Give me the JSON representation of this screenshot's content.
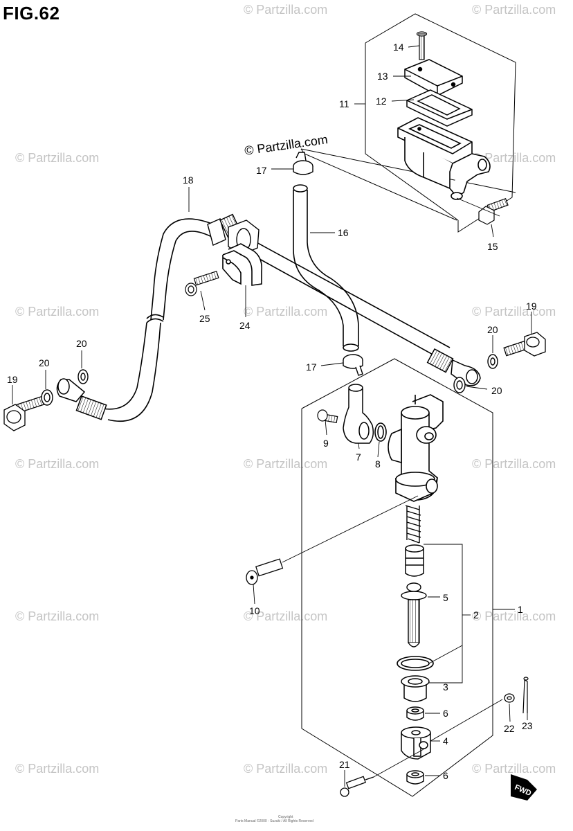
{
  "figure": {
    "title": "FIG.62"
  },
  "watermark": {
    "text": "© Partzilla.com"
  },
  "fwd_badge": {
    "text": "FWD"
  },
  "copyright": {
    "line1": "Copyright",
    "line2": "Parts Manual ©2000 - Suzuki / All Rights Reserved"
  },
  "callouts": {
    "c1": "1",
    "c2": "2",
    "c3": "3",
    "c4": "4",
    "c5": "5",
    "c6a": "6",
    "c6b": "6",
    "c7": "7",
    "c8": "8",
    "c9": "9",
    "c10": "10",
    "c11": "11",
    "c12": "12",
    "c13": "13",
    "c14": "14",
    "c15": "15",
    "c16": "16",
    "c17a": "17",
    "c17b": "17",
    "c18": "18",
    "c19a": "19",
    "c19b": "19",
    "c20a": "20",
    "c20b": "20",
    "c20c": "20",
    "c20d": "20",
    "c21": "21",
    "c22": "22",
    "c23": "23",
    "c24": "24",
    "c25": "25"
  }
}
